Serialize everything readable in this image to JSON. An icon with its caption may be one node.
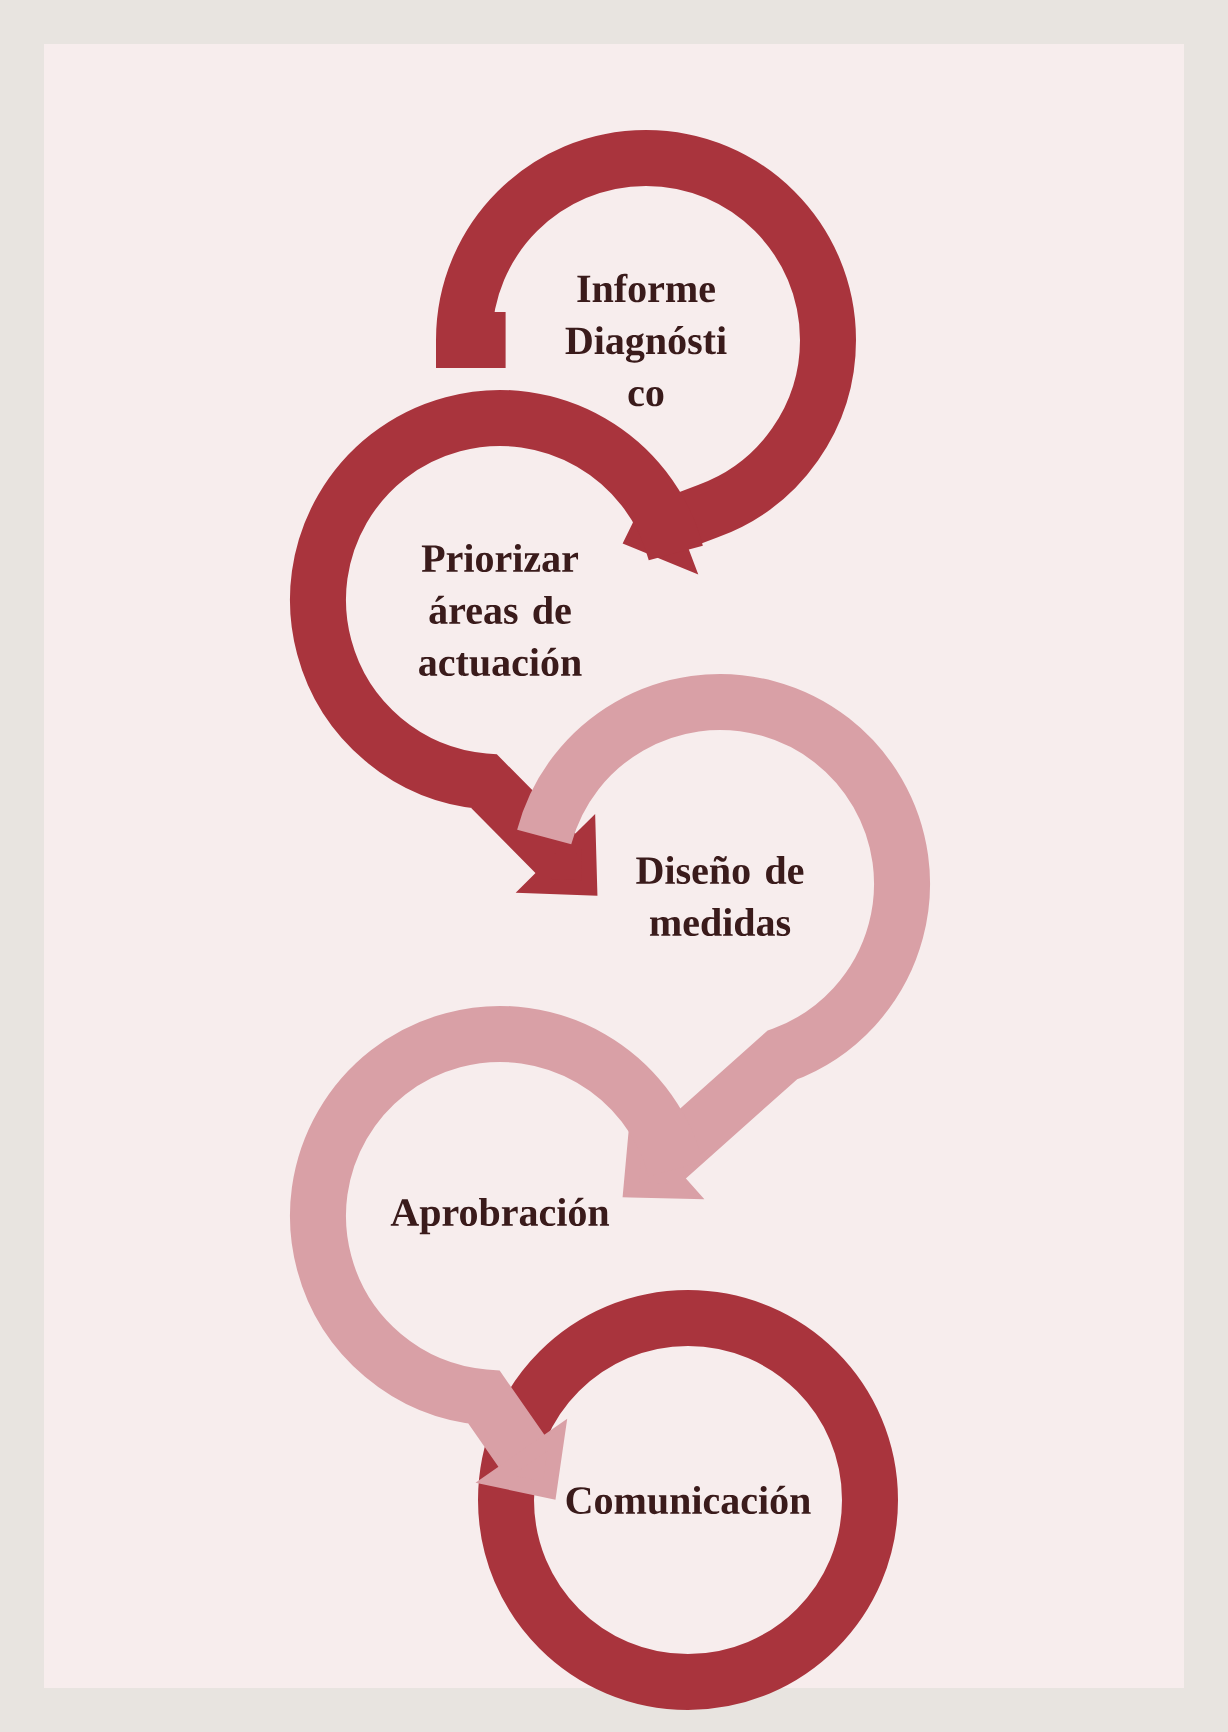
{
  "diagram": {
    "nodes": [
      {
        "text": [
          "Informe Diagnósti co"
        ]
      },
      {
        "text": [
          "Priorizar áreas de actuación"
        ]
      },
      {
        "text": [
          "Diseño de medidas"
        ]
      },
      {
        "text": [
          "Aprobración"
        ]
      },
      {
        "text": [
          "Comunicación"
        ]
      }
    ],
    "edges": [
      {
        "from": 0,
        "to": 1,
        "arrow": "to"
      },
      {
        "from": 1,
        "to": 2,
        "arrow": "to"
      },
      {
        "from": 2,
        "to": 3,
        "arrow": "to",
        "color": "#d9a0a6"
      },
      {
        "from": 3,
        "to": 4,
        "arrow": "to",
        "color": "#d9a0a6"
      }
    ]
  }
}
